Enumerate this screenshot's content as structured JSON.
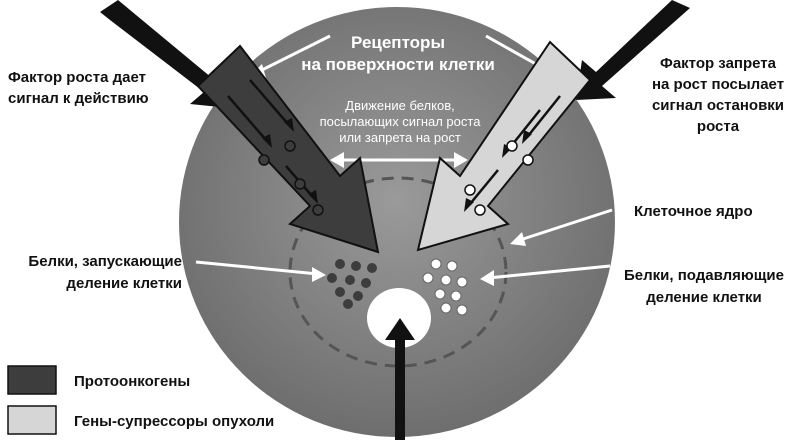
{
  "colors": {
    "cell_fill": "#8c8c8c",
    "cell_dark": "#6e6e6e",
    "nucleus_ring": "#555555",
    "oncogene": "#3d3d3d",
    "suppressor": "#d6d6d6",
    "arrow_black": "#111111",
    "white": "#ffffff"
  },
  "labels": {
    "receptors_line1": "Рецепторы",
    "receptors_line2": "на поверхности клетки",
    "movement_line1": "Движение белков,",
    "movement_line2": "посылающих сигнал роста",
    "movement_line3": "или запрета на рост",
    "growth_factor_line1": "Фактор роста дает",
    "growth_factor_line2": "сигнал к действию",
    "inhibit_factor_line1": "Фактор запрета",
    "inhibit_factor_line2": "на рост посылает",
    "inhibit_factor_line3": "сигнал остановки",
    "inhibit_factor_line4": "роста",
    "nucleus": "Клеточное ядро",
    "start_proteins_line1": "Белки, запускающие",
    "start_proteins_line2": "деление клетки",
    "suppress_proteins_line1": "Белки, подавляющие",
    "suppress_proteins_line2": "деление клетки"
  },
  "legend": [
    {
      "label": "Протоонкогены",
      "color": "#3d3d3d"
    },
    {
      "label": "Гены-супрессоры опухоли",
      "color": "#d6d6d6"
    }
  ]
}
